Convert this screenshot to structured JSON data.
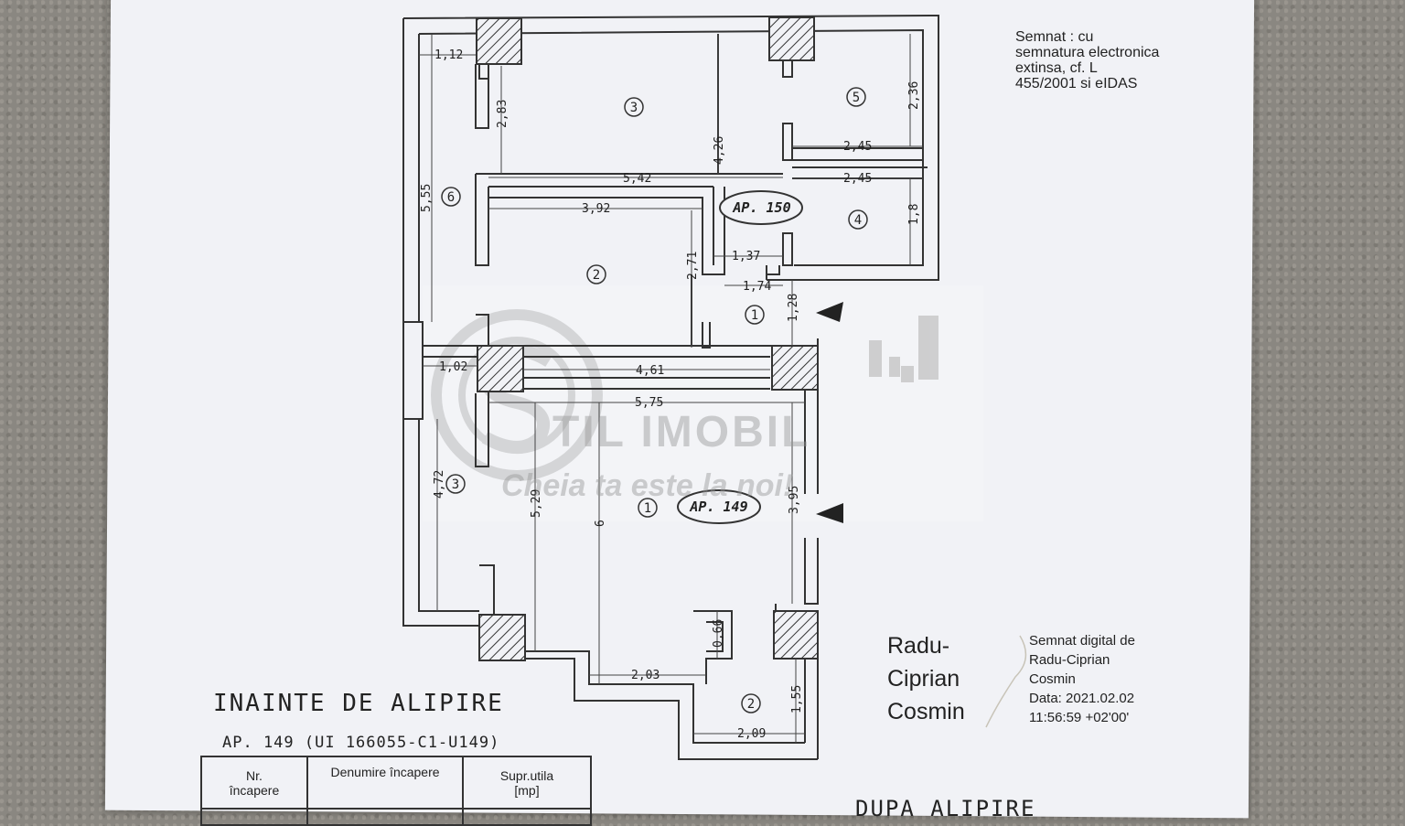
{
  "signature_notice": [
    "Semnat : cu",
    "semnatura electronica",
    "extinsa, cf. L",
    "455/2001 si eIDAS"
  ],
  "signer_name": [
    "Radu-",
    "Ciprian",
    "Cosmin"
  ],
  "digital_signature": [
    "Semnat digital de",
    "Radu-Ciprian",
    "Cosmin",
    "Data: 2021.02.02",
    "11:56:59 +02'00'"
  ],
  "watermark": {
    "brand": "TIL IMOBIL",
    "slogan": "Cheia ta este la noi!"
  },
  "apartments": {
    "upper": "AP. 150",
    "lower": "AP. 149"
  },
  "rooms": {
    "upper": [
      "1",
      "2",
      "3",
      "4",
      "5",
      "6"
    ],
    "lower": [
      "1",
      "2",
      "3"
    ]
  },
  "dimensions": {
    "d1_12": "1,12",
    "d2_83": "2,83",
    "d4_26": "4,26",
    "d2_36": "2,36",
    "d2_45a": "2,45",
    "d2_45b": "2,45",
    "d5_42": "5,42",
    "d5_55": "5,55",
    "d3_92": "3,92",
    "d1_8": "1,8",
    "d1_37": "1,37",
    "d2_71": "2,71",
    "d1_74": "1,74",
    "d1_28": "1,28",
    "d1_02": "1,02",
    "d4_61": "4,61",
    "d5_75": "5,75",
    "d4_72": "4,72",
    "d5_29": "5,29",
    "d6": "6",
    "d3_95": "3,95",
    "d0_66": "0,66",
    "d2_03": "2,03",
    "d1_55": "1,55",
    "d2_09": "2,09"
  },
  "section_before": "INAINTE DE ALIPIRE",
  "ap149_code": "AP. 149 (UI 166055-C1-U149)",
  "table_headers": {
    "nr": [
      "Nr.",
      "încapere"
    ],
    "name": "Denumire încapere",
    "area": [
      "Supr.utila",
      "[mp]"
    ]
  },
  "section_after": "DUPA ALIPIRE"
}
